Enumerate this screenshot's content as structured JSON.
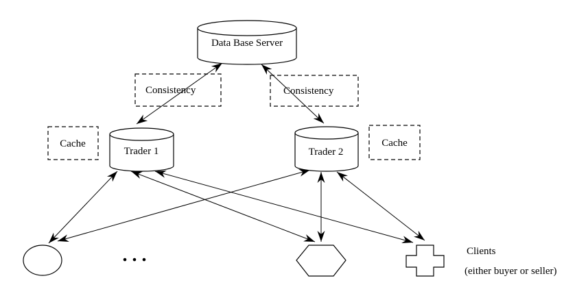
{
  "diagram": {
    "colors": {
      "background": "#ffffff",
      "line": "#000000"
    },
    "nodes": {
      "database": {
        "label": "Data Base Server",
        "shape": "cylinder"
      },
      "consistency_left": {
        "label": "Consistency",
        "shape": "dashed-box"
      },
      "consistency_right": {
        "label": "Consistency",
        "shape": "dashed-box"
      },
      "cache_left": {
        "label": "Cache",
        "shape": "dashed-box"
      },
      "cache_right": {
        "label": "Cache",
        "shape": "dashed-box"
      },
      "trader1": {
        "label": "Trader 1",
        "shape": "cylinder"
      },
      "trader2": {
        "label": "Trader 2",
        "shape": "cylinder"
      },
      "client_circle": {
        "label": "",
        "shape": "circle"
      },
      "client_hexagon": {
        "label": "",
        "shape": "hexagon"
      },
      "client_cross": {
        "label": "",
        "shape": "cross"
      }
    },
    "caption": {
      "line1": "Clients",
      "line2": "(either buyer or seller)"
    },
    "edges": [
      {
        "from": "database",
        "to": "trader1",
        "bidirectional": true,
        "passes_through": "consistency_left"
      },
      {
        "from": "database",
        "to": "trader2",
        "bidirectional": true,
        "passes_through": "consistency_right"
      },
      {
        "from": "trader1",
        "to": "client_circle",
        "bidirectional": true
      },
      {
        "from": "trader1",
        "to": "client_hexagon",
        "bidirectional": true
      },
      {
        "from": "trader1",
        "to": "client_cross",
        "bidirectional": true
      },
      {
        "from": "trader2",
        "to": "client_circle",
        "bidirectional": true
      },
      {
        "from": "trader2",
        "to": "client_hexagon",
        "bidirectional": true
      },
      {
        "from": "trader2",
        "to": "client_cross",
        "bidirectional": true
      }
    ]
  }
}
